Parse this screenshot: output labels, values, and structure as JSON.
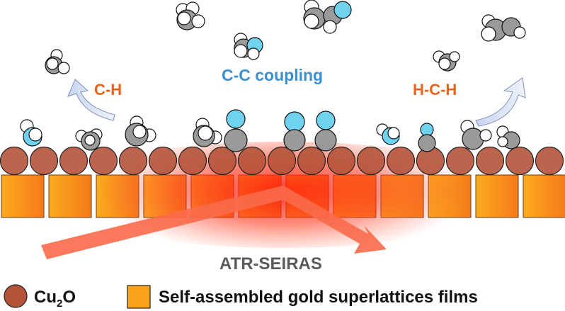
{
  "labels": {
    "ch": "C-H",
    "cc": "C-C coupling",
    "hch": "H-C-H",
    "atr": "ATR-SEIRAS"
  },
  "legend": {
    "cu2o_main": "Cu",
    "cu2o_sub": "2",
    "cu2o_end": "O",
    "gold": "Self-assembled gold superlattices films"
  },
  "colors": {
    "cu2o": "#b5533a",
    "gold": "#f9a11b",
    "glow": "#ff1a0a",
    "carbon": "#9a9a9a",
    "oxygen": "#6fd3ef",
    "label_orange": "#e8641e",
    "label_blue": "#3a8fd0",
    "label_gray": "#5a5a5a"
  }
}
